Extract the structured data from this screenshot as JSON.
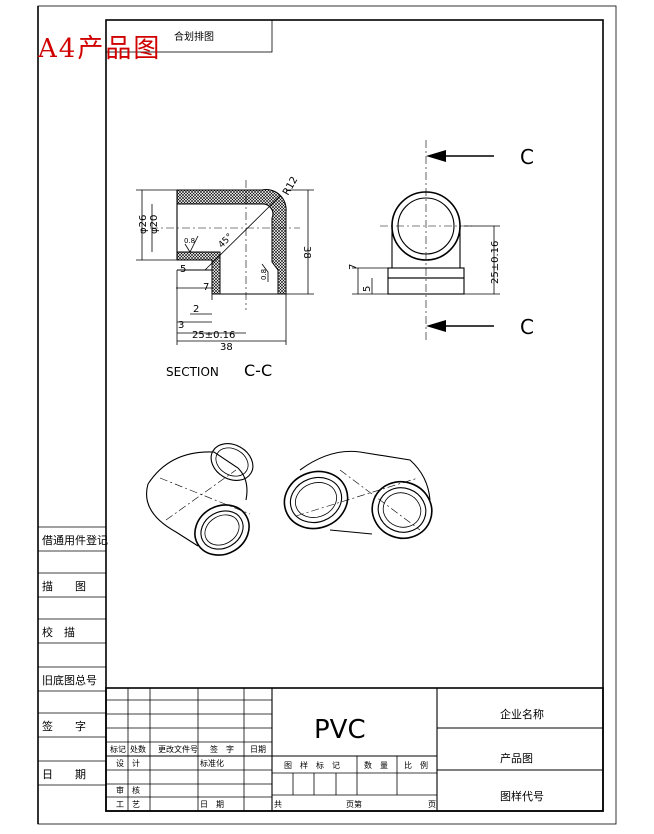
{
  "sheet": {
    "corner_label": "A4产品图",
    "title_tab": "合划排图"
  },
  "side_panel": {
    "rows": [
      {
        "label": "借通用件登记"
      },
      {
        "label": "描　　图"
      },
      {
        "label": "校　描"
      },
      {
        "label": "旧底图总号"
      },
      {
        "label": "签　　字"
      },
      {
        "label": "日　　期"
      }
    ]
  },
  "section_view": {
    "dims": {
      "od": "φ26",
      "id": "φ20",
      "radius": "R12",
      "height": "38",
      "width": "38",
      "length": "25±0.16",
      "d5": "5",
      "d7": "7",
      "d2": "2",
      "d3": "3",
      "angle": "45°",
      "surf1": "0.8",
      "surf2": "0.8"
    },
    "caption_word": "SECTION",
    "caption_id": "C-C"
  },
  "side_view": {
    "dims": {
      "length": "25±0.16",
      "d7": "7",
      "d5": "5"
    },
    "cut_label_top": "C",
    "cut_label_bottom": "C"
  },
  "title_block": {
    "material": "PVC",
    "row_labels": {
      "mark": "标记",
      "count": "处数",
      "doc": "更改文件号",
      "sign": "签　字",
      "date": "日期",
      "design": "设　计",
      "std": "标准化",
      "review": "审　核",
      "process": "工　艺",
      "date2": "日　期"
    },
    "stage_labels": {
      "stage": "图　样　标　记",
      "qty": "数　量",
      "scale": "比　例"
    },
    "pages": {
      "total": "共",
      "sheet": "页第",
      "page": "页"
    },
    "company": "企业名称",
    "product": "产品图",
    "drawing_no": "图样代号"
  }
}
